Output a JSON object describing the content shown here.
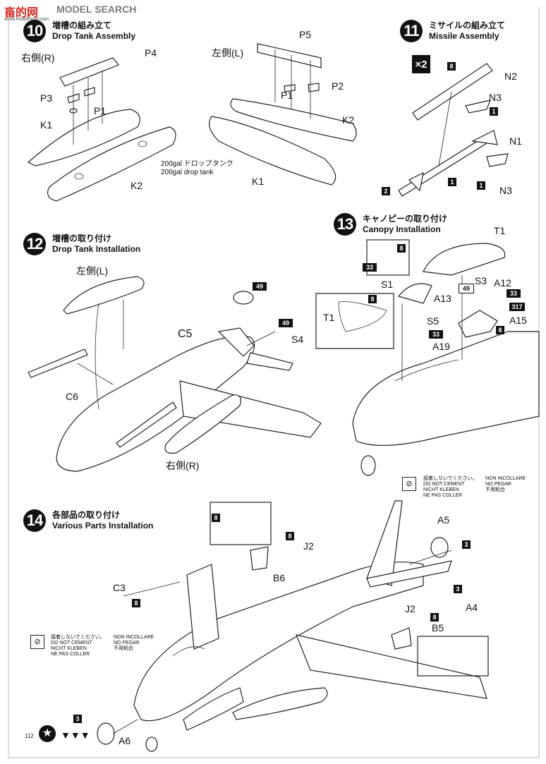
{
  "watermark": {
    "text_cn": "畜的网",
    "text_en": "MODEL SEARCH",
    "url": "www.mobishow.com"
  },
  "steps": [
    {
      "number": "10",
      "title_jp": "増槽の組み立て",
      "title_en": "Drop Tank Assembly"
    },
    {
      "number": "11",
      "title_jp": "ミサイルの組み立て",
      "title_en": "Missile Assembly"
    },
    {
      "number": "12",
      "title_jp": "増槽の取り付け",
      "title_en": "Drop Tank Installation"
    },
    {
      "number": "13",
      "title_jp": "キャノピーの取り付け",
      "title_en": "Canopy Installation"
    },
    {
      "number": "14",
      "title_jp": "各部品の取り付け",
      "title_en": "Various Parts Installation"
    }
  ],
  "step10": {
    "right_side": "右側(R)",
    "left_side": "左側(L)",
    "tank_note_jp": "200gal ドロップタンク",
    "tank_note_en": "200gal drop tank",
    "parts": [
      "P4",
      "P3",
      "P1",
      "K1",
      "K2",
      "P5",
      "P1",
      "P2",
      "K2",
      "K1"
    ]
  },
  "step11": {
    "multiplier": "×2",
    "parts": [
      "N2",
      "N3",
      "N1",
      "N3"
    ],
    "codes": [
      "8",
      "1",
      "1",
      "2",
      "1"
    ]
  },
  "step12": {
    "left_side": "左側(L)",
    "right_side": "右側(R)",
    "parts": [
      "C5",
      "C6",
      "S4"
    ],
    "codes": [
      "49",
      "49"
    ]
  },
  "step13": {
    "parts": [
      "T1",
      "S1",
      "A13",
      "T1",
      "S5",
      "A19",
      "S3",
      "A12",
      "A15"
    ],
    "codes": [
      "8",
      "33",
      "8",
      "49",
      "33",
      "317",
      "8",
      "33"
    ]
  },
  "step14": {
    "parts": [
      "A5",
      "J2",
      "B6",
      "C3",
      "A4",
      "J2",
      "B5",
      "A6"
    ],
    "codes": [
      "8",
      "3",
      "8",
      "3",
      "8",
      "3",
      "8"
    ]
  },
  "no_cement": {
    "jp": "接着しないでください。",
    "en": "DO NOT CEMENT",
    "de": "NICHT KLEBEN",
    "fr": "NE PAS COLLER",
    "it": "NON INCOLLARE",
    "es": "NO PEGAR",
    "cn": "不用粘合"
  },
  "page_number": "112"
}
